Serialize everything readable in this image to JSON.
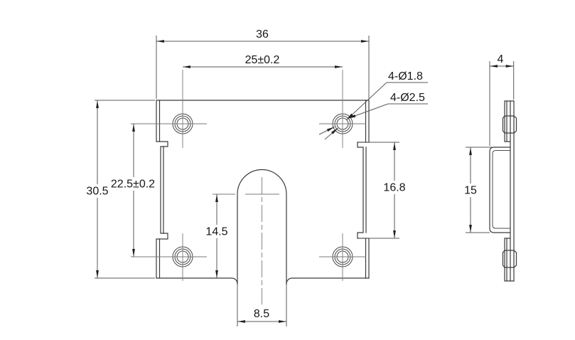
{
  "drawing": {
    "type": "mechanical-part-orthographic-drawing",
    "views": {
      "front": "front view of slotted bracket plate",
      "side": "side profile view"
    },
    "colors": {
      "background": "#ffffff",
      "outline": "#3a3a3a",
      "dimension_lines": "#5a5a5a",
      "centerlines": "#7a7a7a",
      "text": "#161616"
    },
    "dimensions": {
      "overall_width": "36",
      "hole_pitch_horizontal": "25±0.2",
      "overall_height": "30.5",
      "hole_pitch_vertical": "22.5±0.2",
      "edge_step_height": "16.8",
      "slot_center_to_bottom": "14.5",
      "slot_width": "8.5",
      "thickness": "4",
      "channel_height": "15",
      "small_hole_callout": "4-Ø1.8",
      "large_hole_callout": "4-Ø2.5"
    }
  }
}
